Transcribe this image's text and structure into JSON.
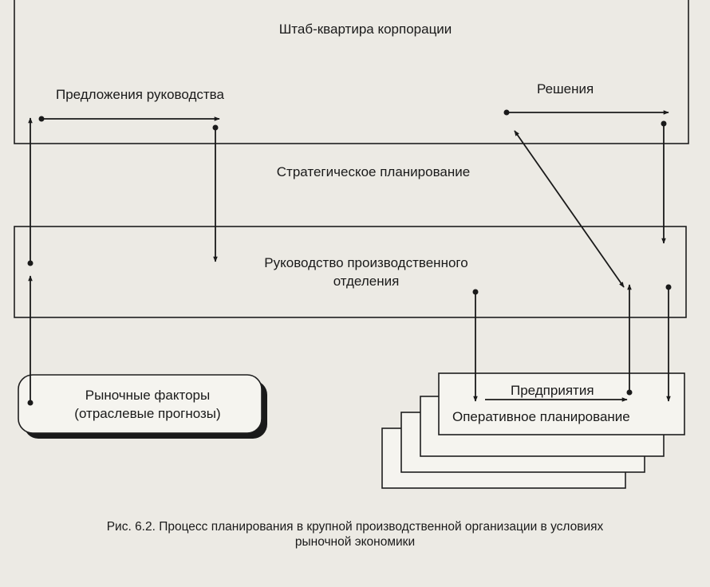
{
  "diagram": {
    "hq_title": "Штаб-квартира корпорации",
    "proposals_label": "Предложения руководства",
    "decisions_label": "Решения",
    "strategic_planning_label": "Стратегическое планирование",
    "division_line1": "Руководство производственного",
    "division_line2": "отделения",
    "market_line1": "Рыночные факторы",
    "market_line2": "(отраслевые прогнозы)",
    "enterprises_label": "Предприятия",
    "operational_planning_label": "Оперативное планирование"
  },
  "caption": {
    "line1": "Рис. 6.2.  Процесс планирования в крупной производственной организации в условиях",
    "line2": "рыночной экономики"
  }
}
